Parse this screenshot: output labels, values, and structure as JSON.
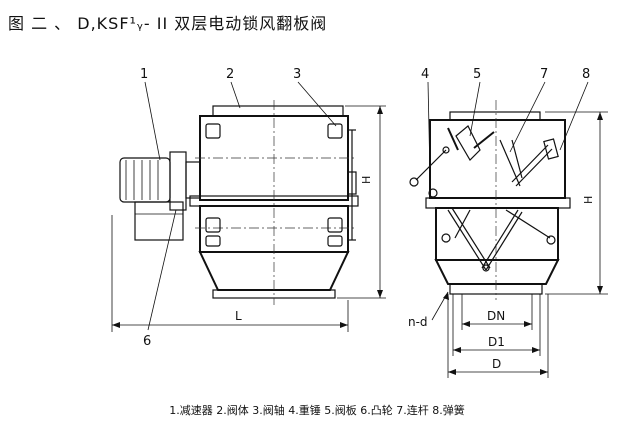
{
  "title": "图 二 、 D,KSF¹ᵧ- II  双层电动锁风翻板阀",
  "callouts": {
    "c1": "1",
    "c2": "2",
    "c3": "3",
    "c4": "4",
    "c5": "5",
    "c6": "6",
    "c7": "7",
    "c8": "8"
  },
  "dimensions": {
    "L": "L",
    "H_left": "H",
    "H_right": "H",
    "DN": "DN",
    "D1": "D1",
    "D": "D",
    "nd": "n-d"
  },
  "legend": "1.减速器  2.阀体  3.阀轴  4.重锤  5.阀板  6.凸轮  7.连杆  8.弹簧"
}
